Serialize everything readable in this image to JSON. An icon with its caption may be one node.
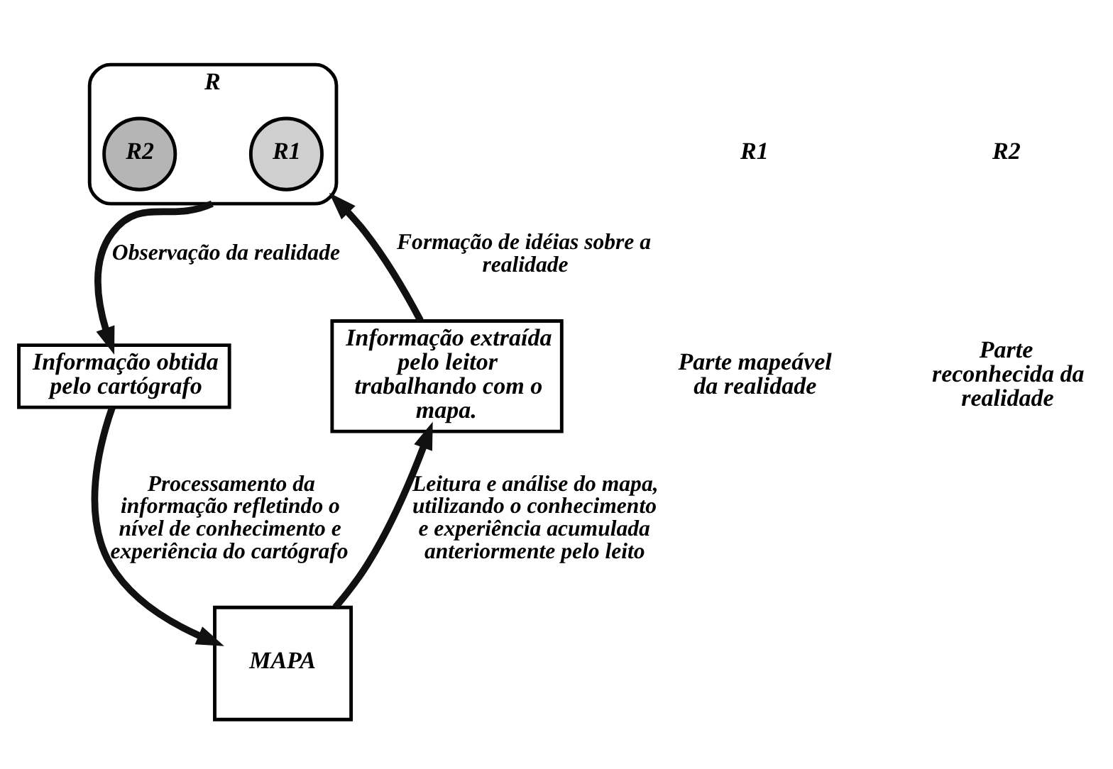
{
  "diagram": {
    "nodes": [
      {
        "text": [
          "R"
        ]
      },
      {
        "text": [
          "R1"
        ],
        "in": 0
      },
      {
        "text": [
          "R2"
        ],
        "in": 0
      },
      {
        "text": [
          "Informação obtida pelo cartógrafo"
        ]
      },
      {
        "text": [
          "Informação extraída pelo leitor trabalhando com o mapa."
        ]
      },
      {
        "text": [
          "MAPA"
        ]
      }
    ],
    "edges": [
      {
        "from": 0,
        "to": 3,
        "arrow": "to",
        "label": "Observação da realidade"
      },
      {
        "from": 3,
        "to": 5,
        "arrow": "to",
        "label": "Processamento da informação refletindo o nível de conhecimento e experiência do cartógrafo"
      },
      {
        "from": 5,
        "to": 4,
        "arrow": "to",
        "label": "Leitura e análise do mapa, utilizando o conhecimento e experiência acumulada anteriormente pelo leito"
      },
      {
        "from": 4,
        "to": 0,
        "arrow": "to",
        "label": "Formação de idéias sobre a realidade"
      }
    ],
    "labels": [
      "R1",
      "Parte mapeável da realidade",
      "R2",
      "Parte reconhecida da realidade"
    ]
  }
}
